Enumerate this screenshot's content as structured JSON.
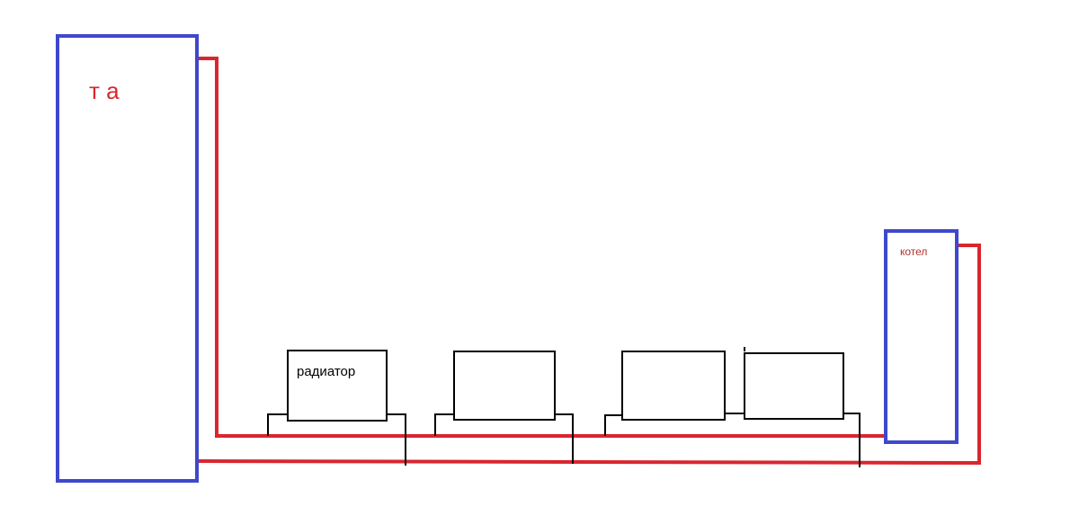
{
  "labels": {
    "tank": "т а",
    "boiler": "котел",
    "radiator": "радиатор"
  },
  "colors": {
    "background": "#ffffff",
    "tank_outline": "#3f48cc",
    "boiler_outline": "#3f48cc",
    "pipe": "#d9262e",
    "radiator_outline": "#000000",
    "tank_label": "#d9262e",
    "boiler_label": "#b03030",
    "radiator_label": "#000000"
  }
}
